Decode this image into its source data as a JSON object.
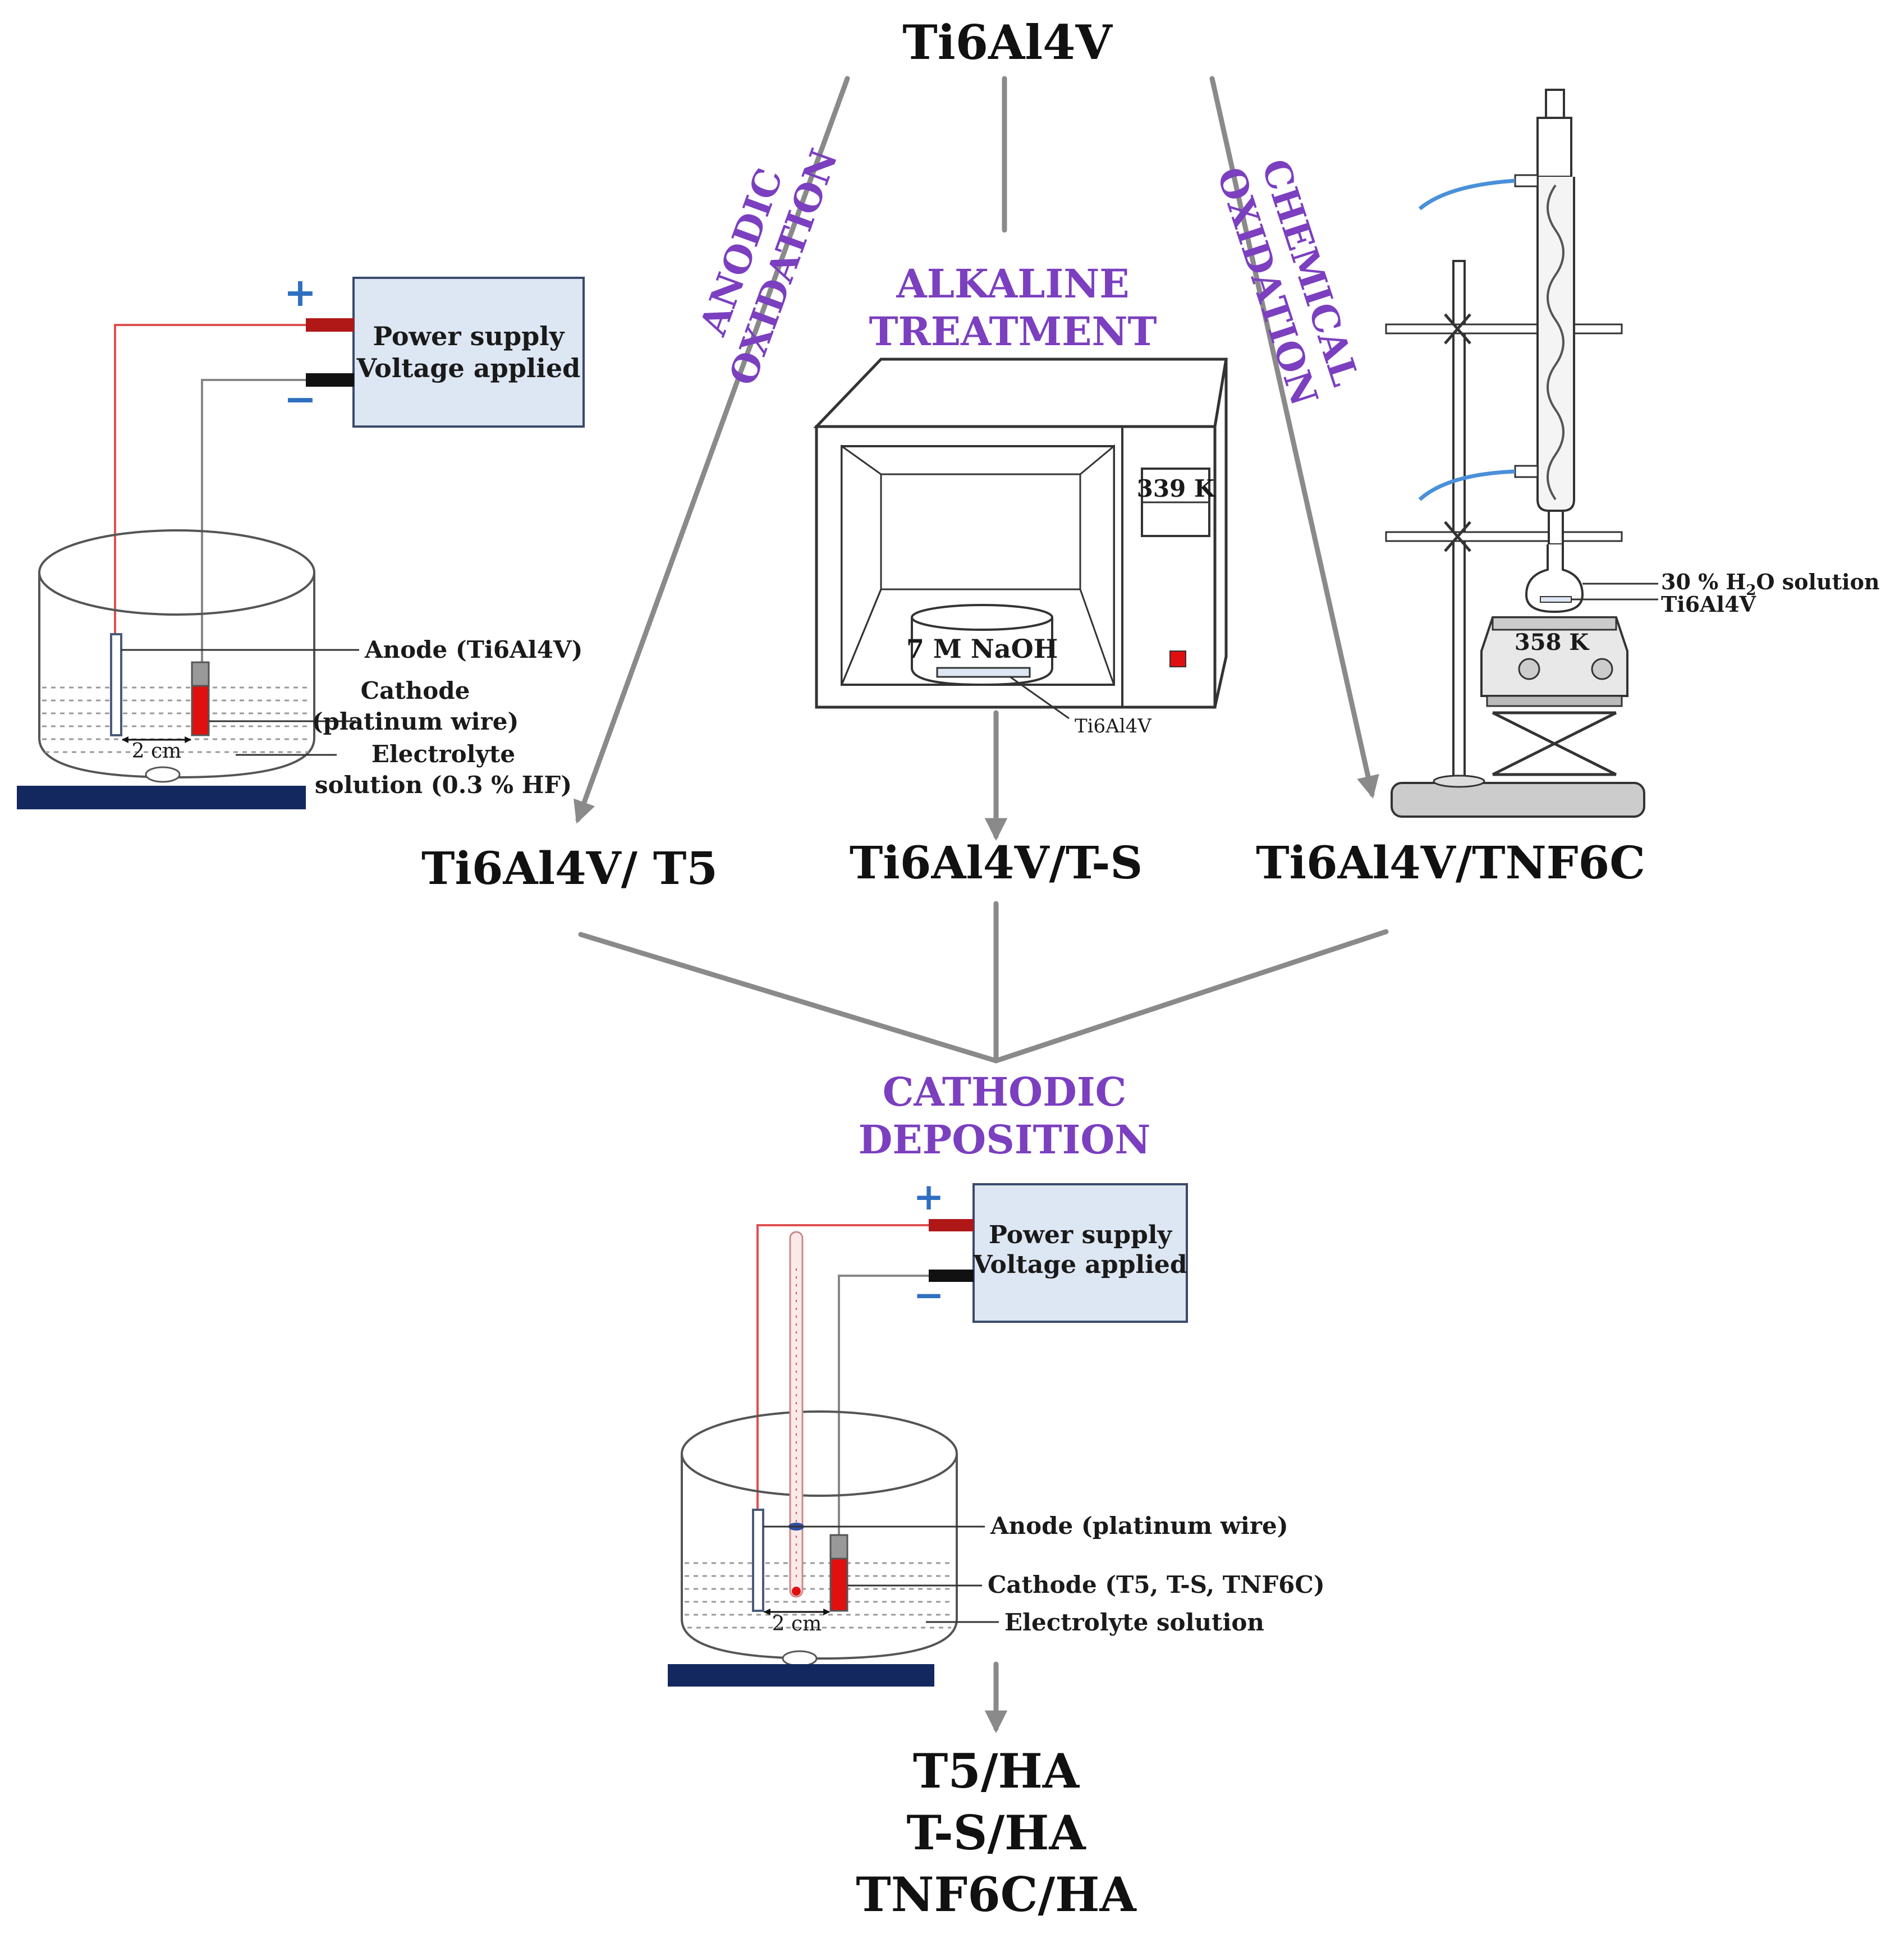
{
  "top_material": "Ti6Al4V",
  "routes": {
    "anodic": {
      "line1": "ANODIC",
      "line2": "OXIDATION"
    },
    "alkaline": {
      "line1": "ALKALINE",
      "line2": "TREATMENT"
    },
    "chemical": {
      "line1": "CHEMICAL",
      "line2": "OXIDATION"
    }
  },
  "anodic_setup": {
    "power_line1": "Power supply",
    "power_line2": "Voltage applied",
    "plus": "+",
    "minus": "−",
    "anode": "Anode (Ti6Al4V)",
    "cathode_line1": "Cathode",
    "cathode_line2": "(platinum wire)",
    "electrolyte_line1": "Electrolyte",
    "electrolyte_line2": "solution (0.3 % HF)",
    "gap": "2 cm"
  },
  "oven": {
    "temperature": "339 K",
    "solution": "7 M NaOH",
    "sample": "Ti6Al4V"
  },
  "reflux": {
    "solution_prefix": "30 % H",
    "solution_sub": "2",
    "solution_mid": "O",
    "solution_suffix": " solution",
    "sample": "Ti6Al4V",
    "temperature": "358 K"
  },
  "products": {
    "anodic": "Ti6Al4V/ T5",
    "alkaline": "Ti6Al4V/T-S",
    "chemical": "Ti6Al4V/TNF6C"
  },
  "deposition": {
    "line1": "CATHODIC",
    "line2": "DEPOSITION"
  },
  "deposition_setup": {
    "power_line1": "Power supply",
    "power_line2": "Voltage applied",
    "plus": "+",
    "minus": "−",
    "anode": "Anode (platinum wire)",
    "cathode": "Cathode (T5, T-S, TNF6C)",
    "electrolyte": "Electrolyte solution",
    "gap": "2 cm"
  },
  "final_products": [
    "T5/HA",
    "T-S/HA",
    "TNF6C/HA"
  ],
  "colors": {
    "process_text": "#7b3fbf",
    "arrow": "#8a8a8a",
    "power_box": "#dde6f3",
    "base_plate": "#13285e",
    "electrode_red": "#e01010",
    "wire_red": "#e05050",
    "plus_minus": "#2f6fc0",
    "hose": "#4a90d9"
  }
}
